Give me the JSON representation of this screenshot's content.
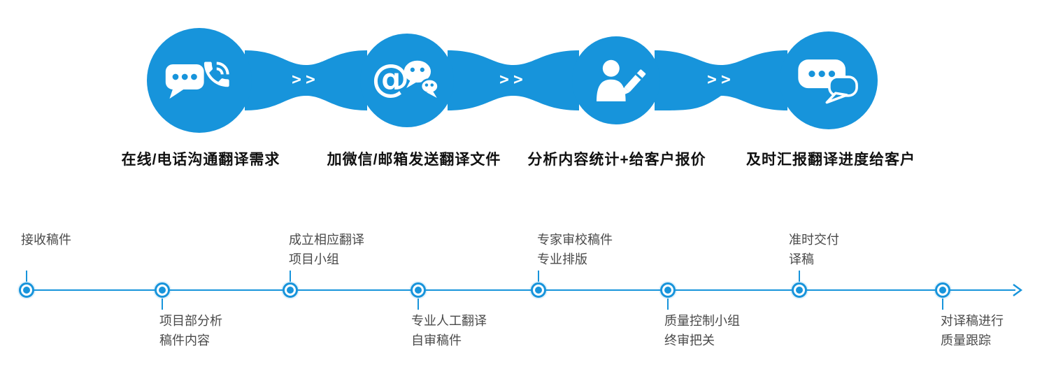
{
  "colors": {
    "accent": "#1794db",
    "top_label": "#111111",
    "timeline_label": "#4a4a4a"
  },
  "top_flow": {
    "connector_chevrons": ">>",
    "steps": [
      {
        "icon": "chat-phone-icon",
        "label": "在线/电话沟通翻译需求"
      },
      {
        "icon": "email-wechat-icon",
        "label": "加微信/邮箱发送翻译文件"
      },
      {
        "icon": "analysis-quote-icon",
        "label": "分析内容统计+给客户报价"
      },
      {
        "icon": "progress-report-icon",
        "label": "及时汇报翻译进度给客户"
      }
    ]
  },
  "timeline": {
    "milestones": [
      {
        "line1": "接收稿件",
        "line2": "",
        "position": "above"
      },
      {
        "line1": "项目部分析",
        "line2": "稿件内容",
        "position": "below"
      },
      {
        "line1": "成立相应翻译",
        "line2": "项目小组",
        "position": "above"
      },
      {
        "line1": "专业人工翻译",
        "line2": "自审稿件",
        "position": "below"
      },
      {
        "line1": "专家审校稿件",
        "line2": "专业排版",
        "position": "above"
      },
      {
        "line1": "质量控制小组",
        "line2": "终审把关",
        "position": "below"
      },
      {
        "line1": "准时交付",
        "line2": "译稿",
        "position": "above"
      },
      {
        "line1": "对译稿进行",
        "line2": "质量跟踪",
        "position": "below"
      }
    ]
  }
}
